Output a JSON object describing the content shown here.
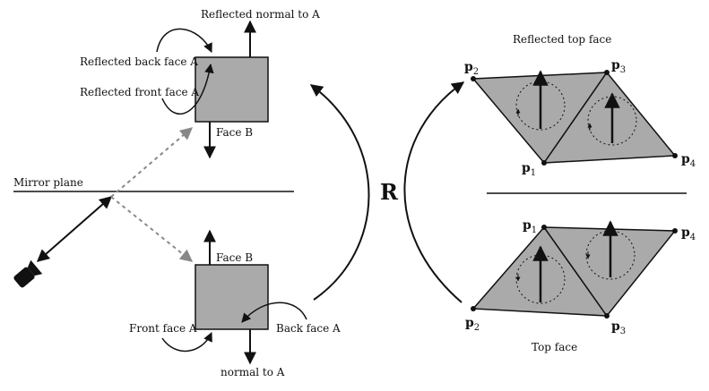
{
  "left_panel": {
    "mirror_plane_label": "Mirror plane",
    "reflected_normal_label": "Reflected normal to A",
    "reflected_back_face_label": "Reflected back face A",
    "reflected_front_face_label": "Reflected front face A",
    "reflected_face_b_label": "Face B",
    "face_b_label": "Face B",
    "front_face_label": "Front face A",
    "back_face_label": "Back face A",
    "normal_label": "normal to A",
    "camera_icon": "camera-icon"
  },
  "middle": {
    "transform_label": "R"
  },
  "right_panel": {
    "reflected_title": "Reflected top face",
    "top_title": "Top face",
    "points": {
      "p1": {
        "base": "p",
        "sub": "1"
      },
      "p2": {
        "base": "p",
        "sub": "2"
      },
      "p3": {
        "base": "p",
        "sub": "3"
      },
      "p4": {
        "base": "p",
        "sub": "4"
      }
    }
  },
  "colors": {
    "face_fill": "#aaaaaa",
    "ray_dashed": "#888888",
    "ink": "#111111"
  }
}
